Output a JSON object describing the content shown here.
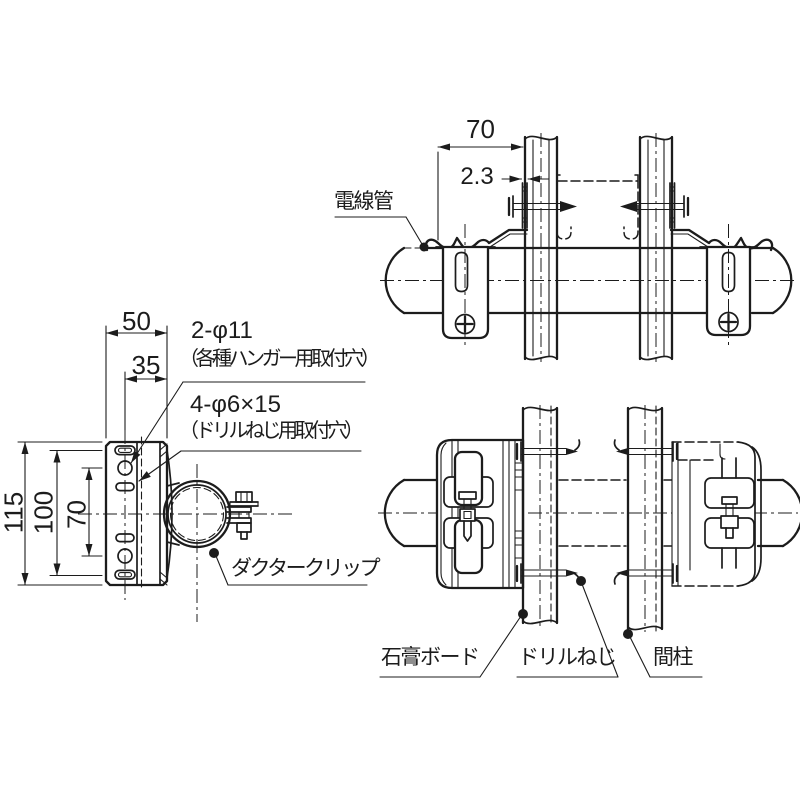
{
  "drawing": {
    "background": "#ffffff",
    "line_color": "#1c1c1c",
    "side_view": {
      "dims": {
        "plate_width": "50",
        "hole_offset": "35",
        "plate_height": "115",
        "outer_slot_pitch": "100",
        "round_hole_pitch": "70"
      },
      "notes": {
        "hanger_holes_line1": "2-φ11",
        "hanger_holes_line2": "（各種ハンガー用取付穴）",
        "screw_holes_line1": "4-φ6×15",
        "screw_holes_line2": "（ドリルねじ用取付穴）",
        "clip_label": "ダクタークリップ"
      }
    },
    "plan_view": {
      "dims": {
        "clip_offset": "70",
        "flange_thickness": "2.3"
      },
      "labels": {
        "conduit": "電線管"
      }
    },
    "front_view": {
      "labels": {
        "gypsum_board": "石膏ボード",
        "drill_screw": "ドリルねじ",
        "stud": "間柱"
      }
    }
  }
}
